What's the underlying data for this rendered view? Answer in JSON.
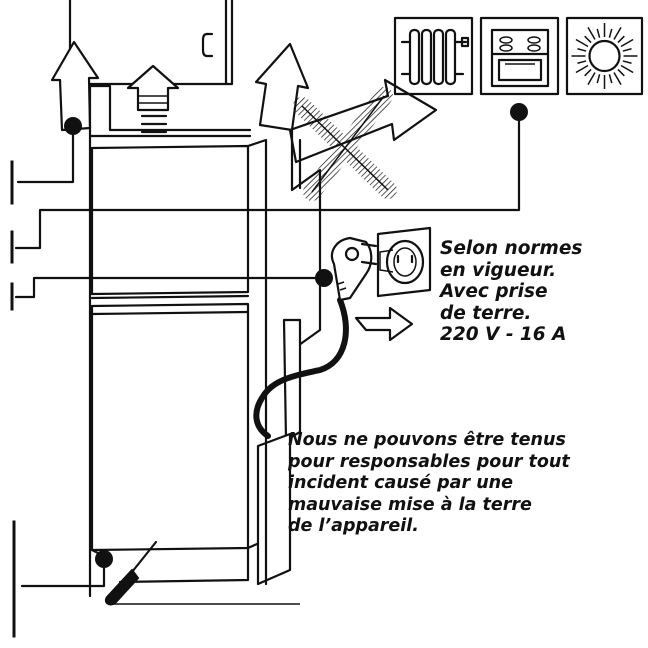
{
  "socket_note": {
    "lines": [
      "Selon normes",
      "en vigueur.",
      "Avec prise",
      "de terre.",
      "220 V - 16 A"
    ]
  },
  "warning_note": {
    "lines": [
      "Nous ne pouvons être tenus",
      "pour responsables pour tout",
      "incident causé par une",
      "mauvaise mise à la terre",
      "de l’appareil."
    ]
  },
  "icons": [
    "radiator-icon",
    "cooker-icon",
    "sun-icon",
    "screwdriver-icon",
    "plug-icon",
    "wall-socket-icon"
  ],
  "colors": {
    "ink": "#111111",
    "paper": "#ffffff"
  }
}
